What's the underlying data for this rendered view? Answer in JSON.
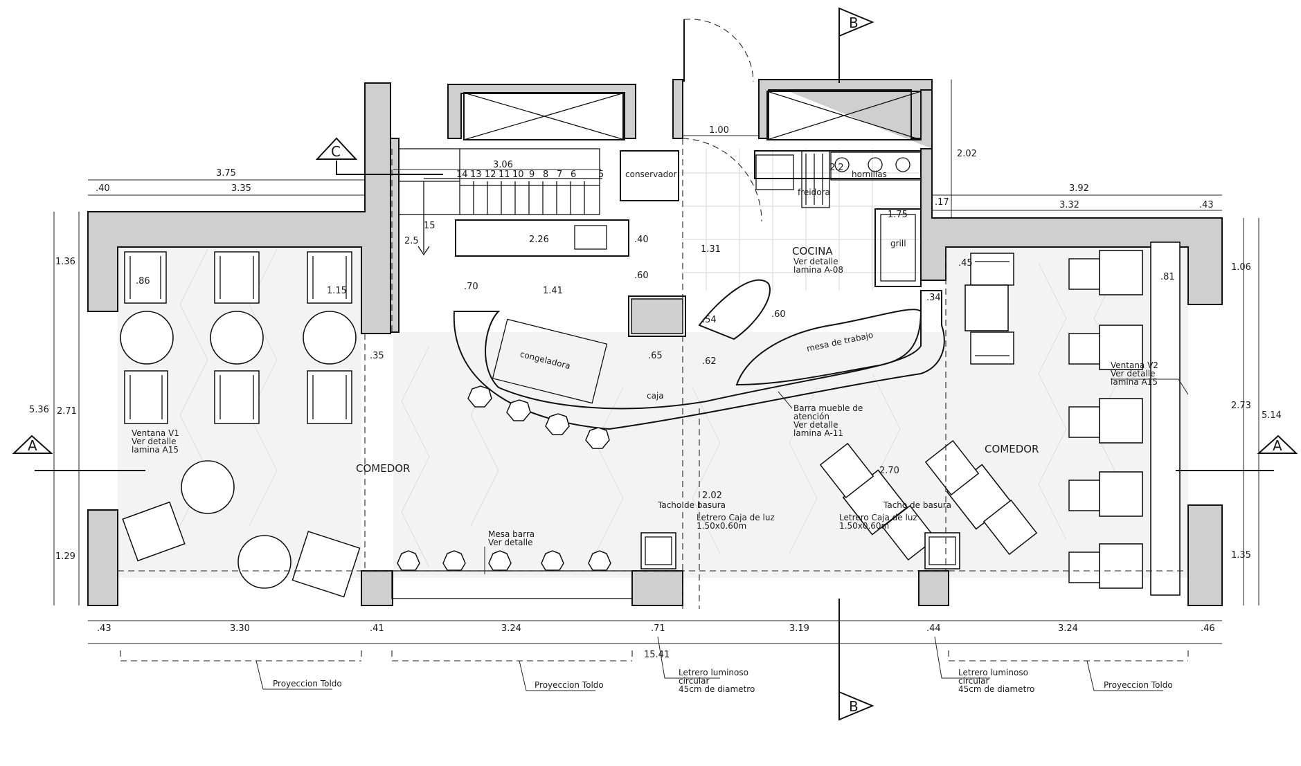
{
  "rooms": {
    "comedor_left": "COMEDOR",
    "comedor_right": "COMEDOR",
    "cocina": "COCINA",
    "cocina_note": [
      "Ver detalle",
      "lamina A-08"
    ]
  },
  "equipment": {
    "conservador": "conservador",
    "freidora": "freidora",
    "hornillas": "hornillas",
    "grill": "grill",
    "congeladora": "congeladora",
    "caja": "caja",
    "mesa_trabajo": "mesa de trabajo"
  },
  "notes": {
    "barra": [
      "Barra mueble de",
      "atención",
      "Ver detalle",
      "lamina A-11"
    ],
    "ventana_v1": [
      "Ventana V1",
      "Ver detalle",
      "lamina A15"
    ],
    "ventana_v2": [
      "Ventana V2",
      "Ver detalle",
      "lamina A15"
    ],
    "mesa_barra": [
      "Mesa barra",
      "Ver detalle"
    ],
    "tacho_left": "Tacho de basura",
    "tacho_right": "Tacho de basura",
    "caja_luz_left": [
      "Letrero Caja de luz",
      "1.50x0.60m"
    ],
    "caja_luz_right": [
      "Letrero Caja de luz",
      "1.50x0.60m"
    ],
    "letrero_left": [
      "Letrero luminoso",
      "circular",
      "45cm de diametro"
    ],
    "letrero_right": [
      "Letrero luminoso",
      "circular",
      "45cm de diametro"
    ],
    "toldo_1": "Proyeccion Toldo",
    "toldo_2": "Proyeccion Toldo",
    "toldo_3": "Proyeccion Toldo"
  },
  "section_marks": {
    "a_left": "A",
    "a_right": "A",
    "b_top": "B",
    "b_bottom": "B",
    "c": "C"
  },
  "stairs": {
    "steps": [
      "14",
      "13",
      "12",
      "11",
      "10",
      "9",
      "8",
      "7",
      "6",
      "5"
    ],
    "landing": "15"
  },
  "dimensions": {
    "top_375": "3.75",
    "top_040": ".40",
    "top_335": "3.35",
    "stair_306": "3.06",
    "top_100": "1.00",
    "top_202": "2.02",
    "top_392": "3.92",
    "top_017": ".17",
    "top_332": "3.32",
    "top_043": ".43",
    "left_136": "1.36",
    "left_536": "5.36",
    "left_271": "2.71",
    "left_129": "1.29",
    "right_106": "1.06",
    "right_273": "2.73",
    "right_514": "5.14",
    "right_135": "1.35",
    "in_086": ".86",
    "in_115": "1.15",
    "in_035": ".35",
    "in_025": "2.5",
    "in_226": "2.26",
    "in_040b": ".40",
    "in_060": ".60",
    "in_070": ".70",
    "in_141": "1.41",
    "in_131": "1.31",
    "in_054": ".54",
    "in_060b": ".60",
    "in_065": ".65",
    "in_062": ".62",
    "in_175": "1.75",
    "in_034": ".34",
    "in_045": ".45",
    "in_081": ".81",
    "in_022": "2.2",
    "in_270": "2.70",
    "in_202b": "2.02",
    "bot_043": ".43",
    "bot_330": "3.30",
    "bot_041": ".41",
    "bot_324": "3.24",
    "bot_071": ".71",
    "bot_319": "3.19",
    "bot_044": ".44",
    "bot_324b": "3.24",
    "bot_046": ".46",
    "bot_1541": "15.41"
  }
}
